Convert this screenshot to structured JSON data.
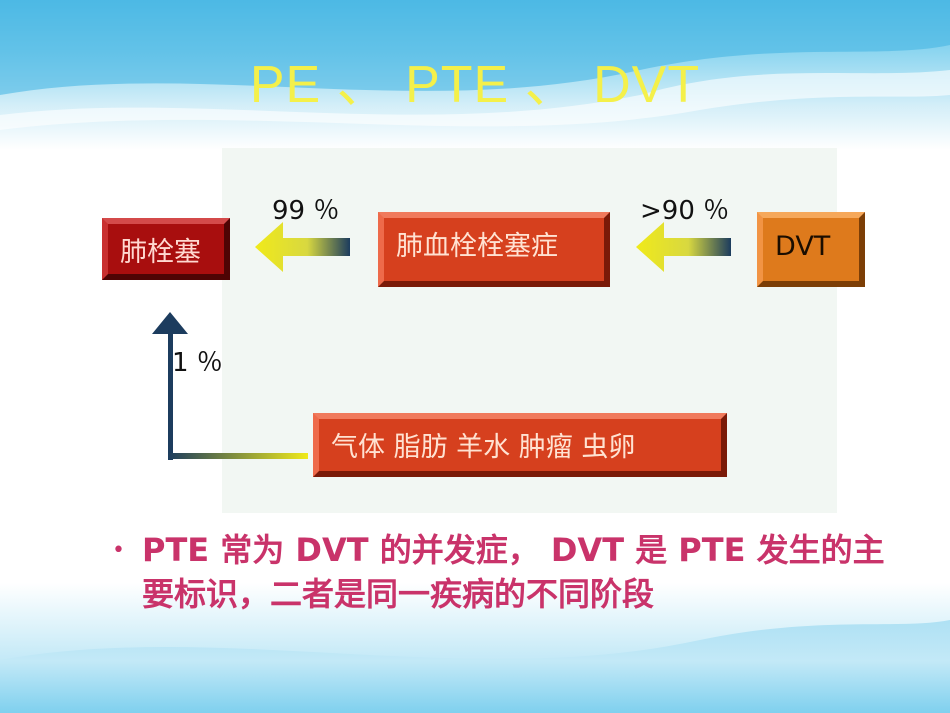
{
  "slide": {
    "title": "PE 、 PTE 、 DVT",
    "nodes": {
      "pe": "肺栓塞",
      "pte": "肺血栓栓塞症",
      "dvt": "DVT",
      "other": "气体  脂肪  羊水  肿瘤  虫卵"
    },
    "percentages": {
      "pte_to_pe": "99 ％",
      "dvt_to_pte": ">90 ％",
      "other_to_pe": "1 ％"
    },
    "bullet": "PTE 常为 DVT 的并发症，   DVT 是 PTE 发生的主要标识，二者是同一疾病的不同阶段"
  },
  "colors": {
    "title": "#f4f04a",
    "bullet": "#c9336a",
    "arrow_yellow": "#f0ea1a",
    "arrow_navy": "#1c3c5e"
  }
}
